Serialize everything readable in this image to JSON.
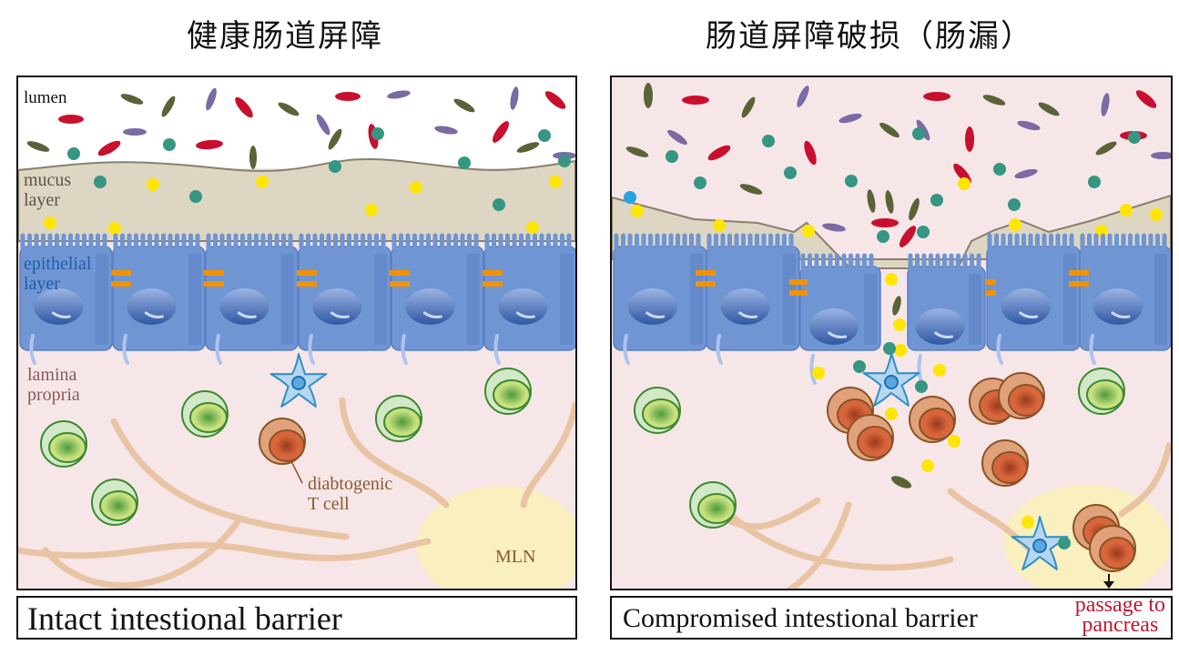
{
  "titles": {
    "left": "健康肠道屏障",
    "right": "肠道屏障破损（肠漏）"
  },
  "labels": {
    "lumen": "lumen",
    "mucus_layer": [
      "mucus",
      "layer"
    ],
    "epithelial_layer": [
      "epithelial",
      "layer"
    ],
    "lamina_propria": [
      "lamina",
      "propria"
    ],
    "diabetogenic_t_cell": [
      "diabtogenic",
      "T cell"
    ],
    "mln": "MLN"
  },
  "captions": {
    "left": "Intact intestional barrier",
    "right": "Compromised intestional barrier",
    "passage": [
      "passage to",
      "pancreas"
    ]
  },
  "colors": {
    "lumen_bg": "#ffffff",
    "mucus": "#ddd6c3",
    "mucus_edge": "#8a7f6c",
    "epithelium": "#6f95d3",
    "epithelium_dark": "#5b7fc4",
    "nucleus": "#4a6fb5",
    "tight_junction": "#f39200",
    "lamina_propria": "#f6e6e8",
    "fiber": "#e9c4a4",
    "mln": "#f9efbf",
    "bacteria_red": "#c8102e",
    "bacteria_olive": "#5a6338",
    "bacteria_purple": "#7b6aa3",
    "particle_teal": "#359682",
    "particle_yellow": "#ffe600",
    "particle_blue": "#29a3e0",
    "t_cell_outer": "#e0a27a",
    "t_cell_inner": "#d8663c",
    "immune_outer": "#d2e8c8",
    "immune_inner": "#c8e080",
    "dendritic": "#b7d6ef",
    "label_lumen": "#111111",
    "label_mucus": "#5e5545",
    "label_epithelial": "#1e5fa8",
    "label_lamina": "#8a5a5a",
    "label_tcell": "#8a5a2b",
    "passage": "#c0182f"
  },
  "legend_icons": [
    "bacteria-icon",
    "particle-icon",
    "dendritic-cell-icon",
    "t-cell-icon",
    "immune-cell-icon",
    "arrow-down-icon"
  ]
}
